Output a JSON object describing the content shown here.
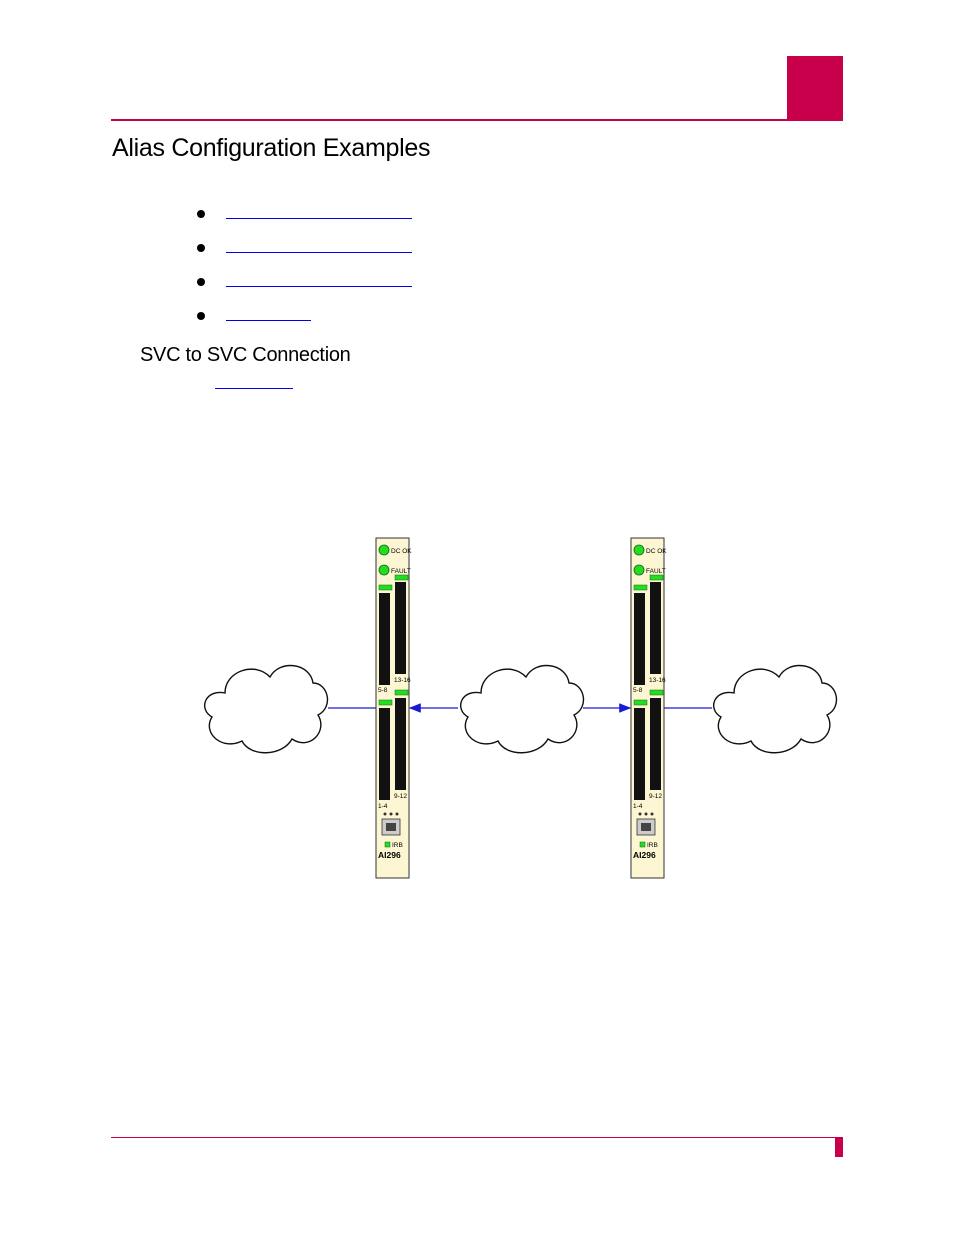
{
  "colors": {
    "accent": "#c8004b",
    "link": "#0000ee",
    "connector": "#1a1ad4",
    "card_face": "#fdf6d2",
    "led_green": "#22dd22"
  },
  "header": {
    "chapter_tab_color": "#c8004b"
  },
  "title": "Alias Configuration Examples",
  "links": [
    {
      "text": ""
    },
    {
      "text": ""
    },
    {
      "text": ""
    },
    {
      "text": ""
    }
  ],
  "section": {
    "title": "SVC to SVC Connection",
    "link_text": ""
  },
  "diagram": {
    "cards": [
      {
        "leds": [
          "DC OK",
          "FAULT"
        ],
        "port_labels": [
          "13-16",
          "5-8",
          "9-12",
          "1-4"
        ],
        "irb_label": "IRB",
        "model": "AI296"
      },
      {
        "leds": [
          "DC OK",
          "FAULT"
        ],
        "port_labels": [
          "13-16",
          "5-8",
          "9-12",
          "1-4"
        ],
        "irb_label": "IRB",
        "model": "AI296"
      }
    ],
    "clouds": [
      "left-network-cloud",
      "middle-network-cloud",
      "right-network-cloud"
    ]
  },
  "footer": {}
}
